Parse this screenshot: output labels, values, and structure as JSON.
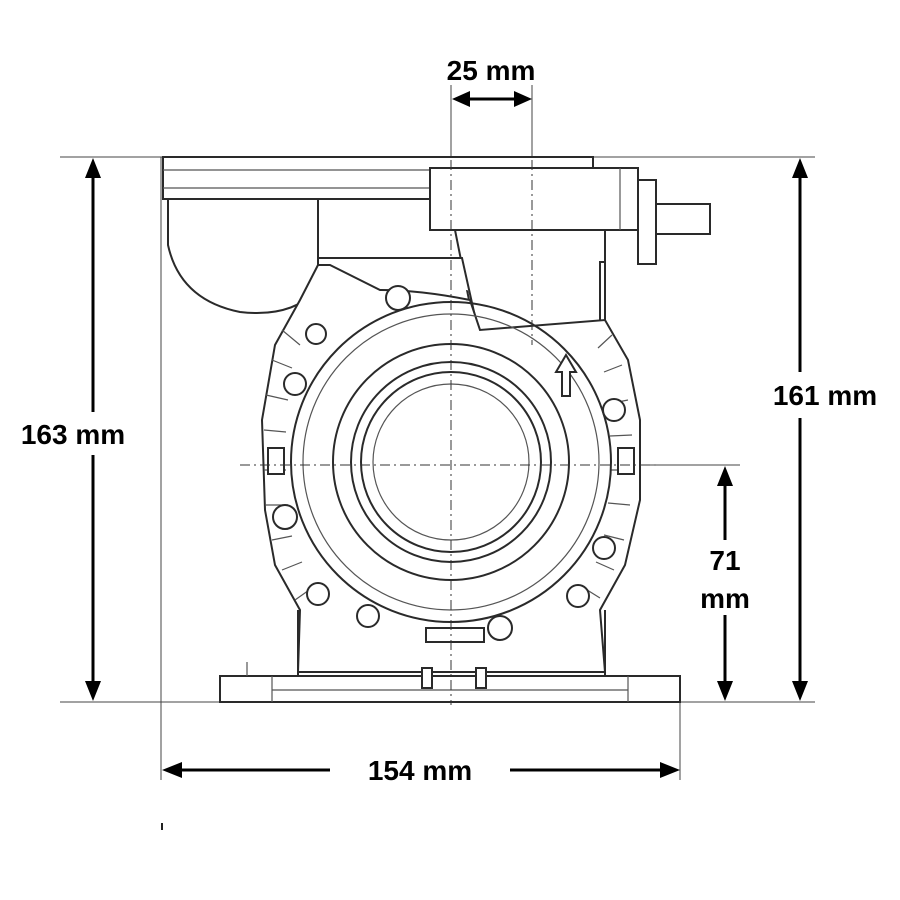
{
  "dimensions": {
    "port_width": "25 mm",
    "total_height_left": "163 mm",
    "total_height_right": "161 mm",
    "shaft_height_line1": "71",
    "shaft_height_line2": "mm",
    "base_width": "154 mm"
  }
}
